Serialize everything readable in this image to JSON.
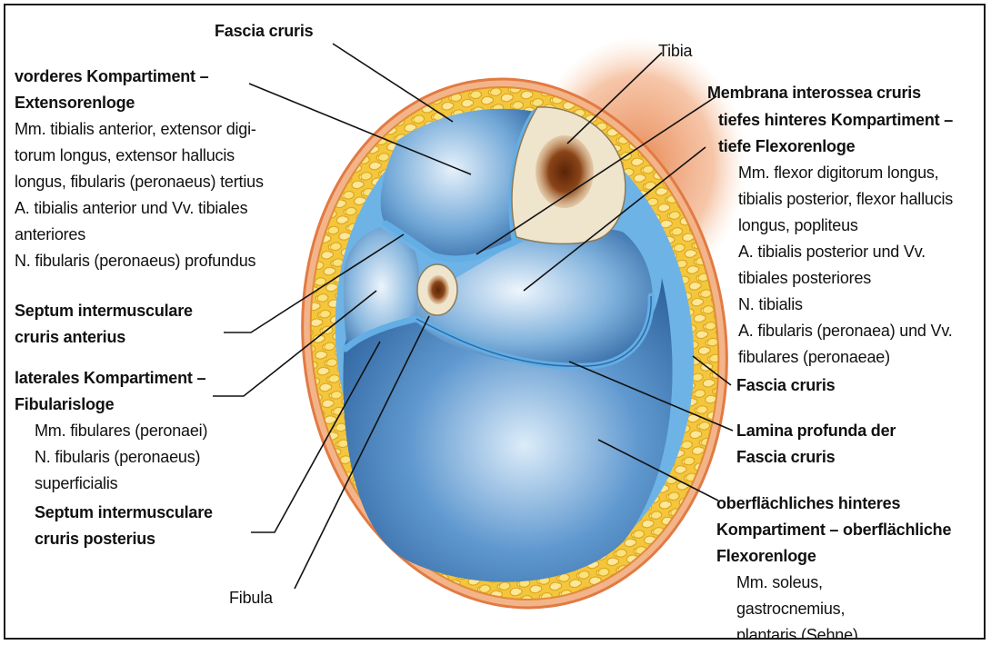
{
  "labels": {
    "fascia_cruris_top": "Fascia cruris",
    "tibia": "Tibia",
    "vorderes": {
      "title": [
        "vorderes Kompartiment –",
        "Extensorenloge"
      ],
      "lines": [
        "Mm. tibialis anterior, extensor digi-",
        "torum longus, extensor hallucis",
        "longus, fibularis (peronaeus) tertius",
        "A. tibialis anterior und Vv. tibiales",
        "anteriores",
        "N. fibularis (peronaeus) profundus"
      ]
    },
    "septum_anterius": [
      "Septum intermuscular­e",
      "cruris anterius"
    ],
    "laterales": {
      "title": [
        "laterales Kompartiment –",
        "Fibularisloge"
      ],
      "lines": [
        "Mm. fibulares (peronaei)",
        "N. fibularis (peronaeus)",
        "superficialis"
      ]
    },
    "septum_posterius": [
      "Septum intermusculare",
      "cruris posterius"
    ],
    "fibula": "Fibula",
    "membrana": "Membrana interossea cruris",
    "tiefes": {
      "title": [
        "tiefes hinteres Kompartiment –",
        "tiefe Flexorenloge"
      ],
      "lines": [
        "Mm. flexor digitorum longus,",
        "tibialis posterior, flexor hallucis",
        "longus, popliteus",
        "A. tibialis posterior und Vv.",
        "tibiales posteriores",
        "N. tibialis",
        "A. fibularis (peronaea) und Vv.",
        "fibulares (peronaeae)"
      ]
    },
    "fascia_cruris_right": "Fascia cruris",
    "lamina": [
      "Lamina profunda der",
      "Fascia cruris"
    ],
    "oberflaechliches": {
      "title": [
        "oberflächliches hinteres",
        "Kompartiment – oberflächliche",
        "Flexorenloge"
      ],
      "lines": [
        "Mm. soleus,",
        "gastrocnemius,",
        "plantaris (Sehne)"
      ]
    }
  },
  "colors": {
    "fascia_blue": "#5ea8e0",
    "compartment_blue": "#2f6fae",
    "fat_yellow": "#f2c23a",
    "skin_orange": "#e8915a",
    "bone": "#efe6d2",
    "marrow": "#7a3a12"
  }
}
